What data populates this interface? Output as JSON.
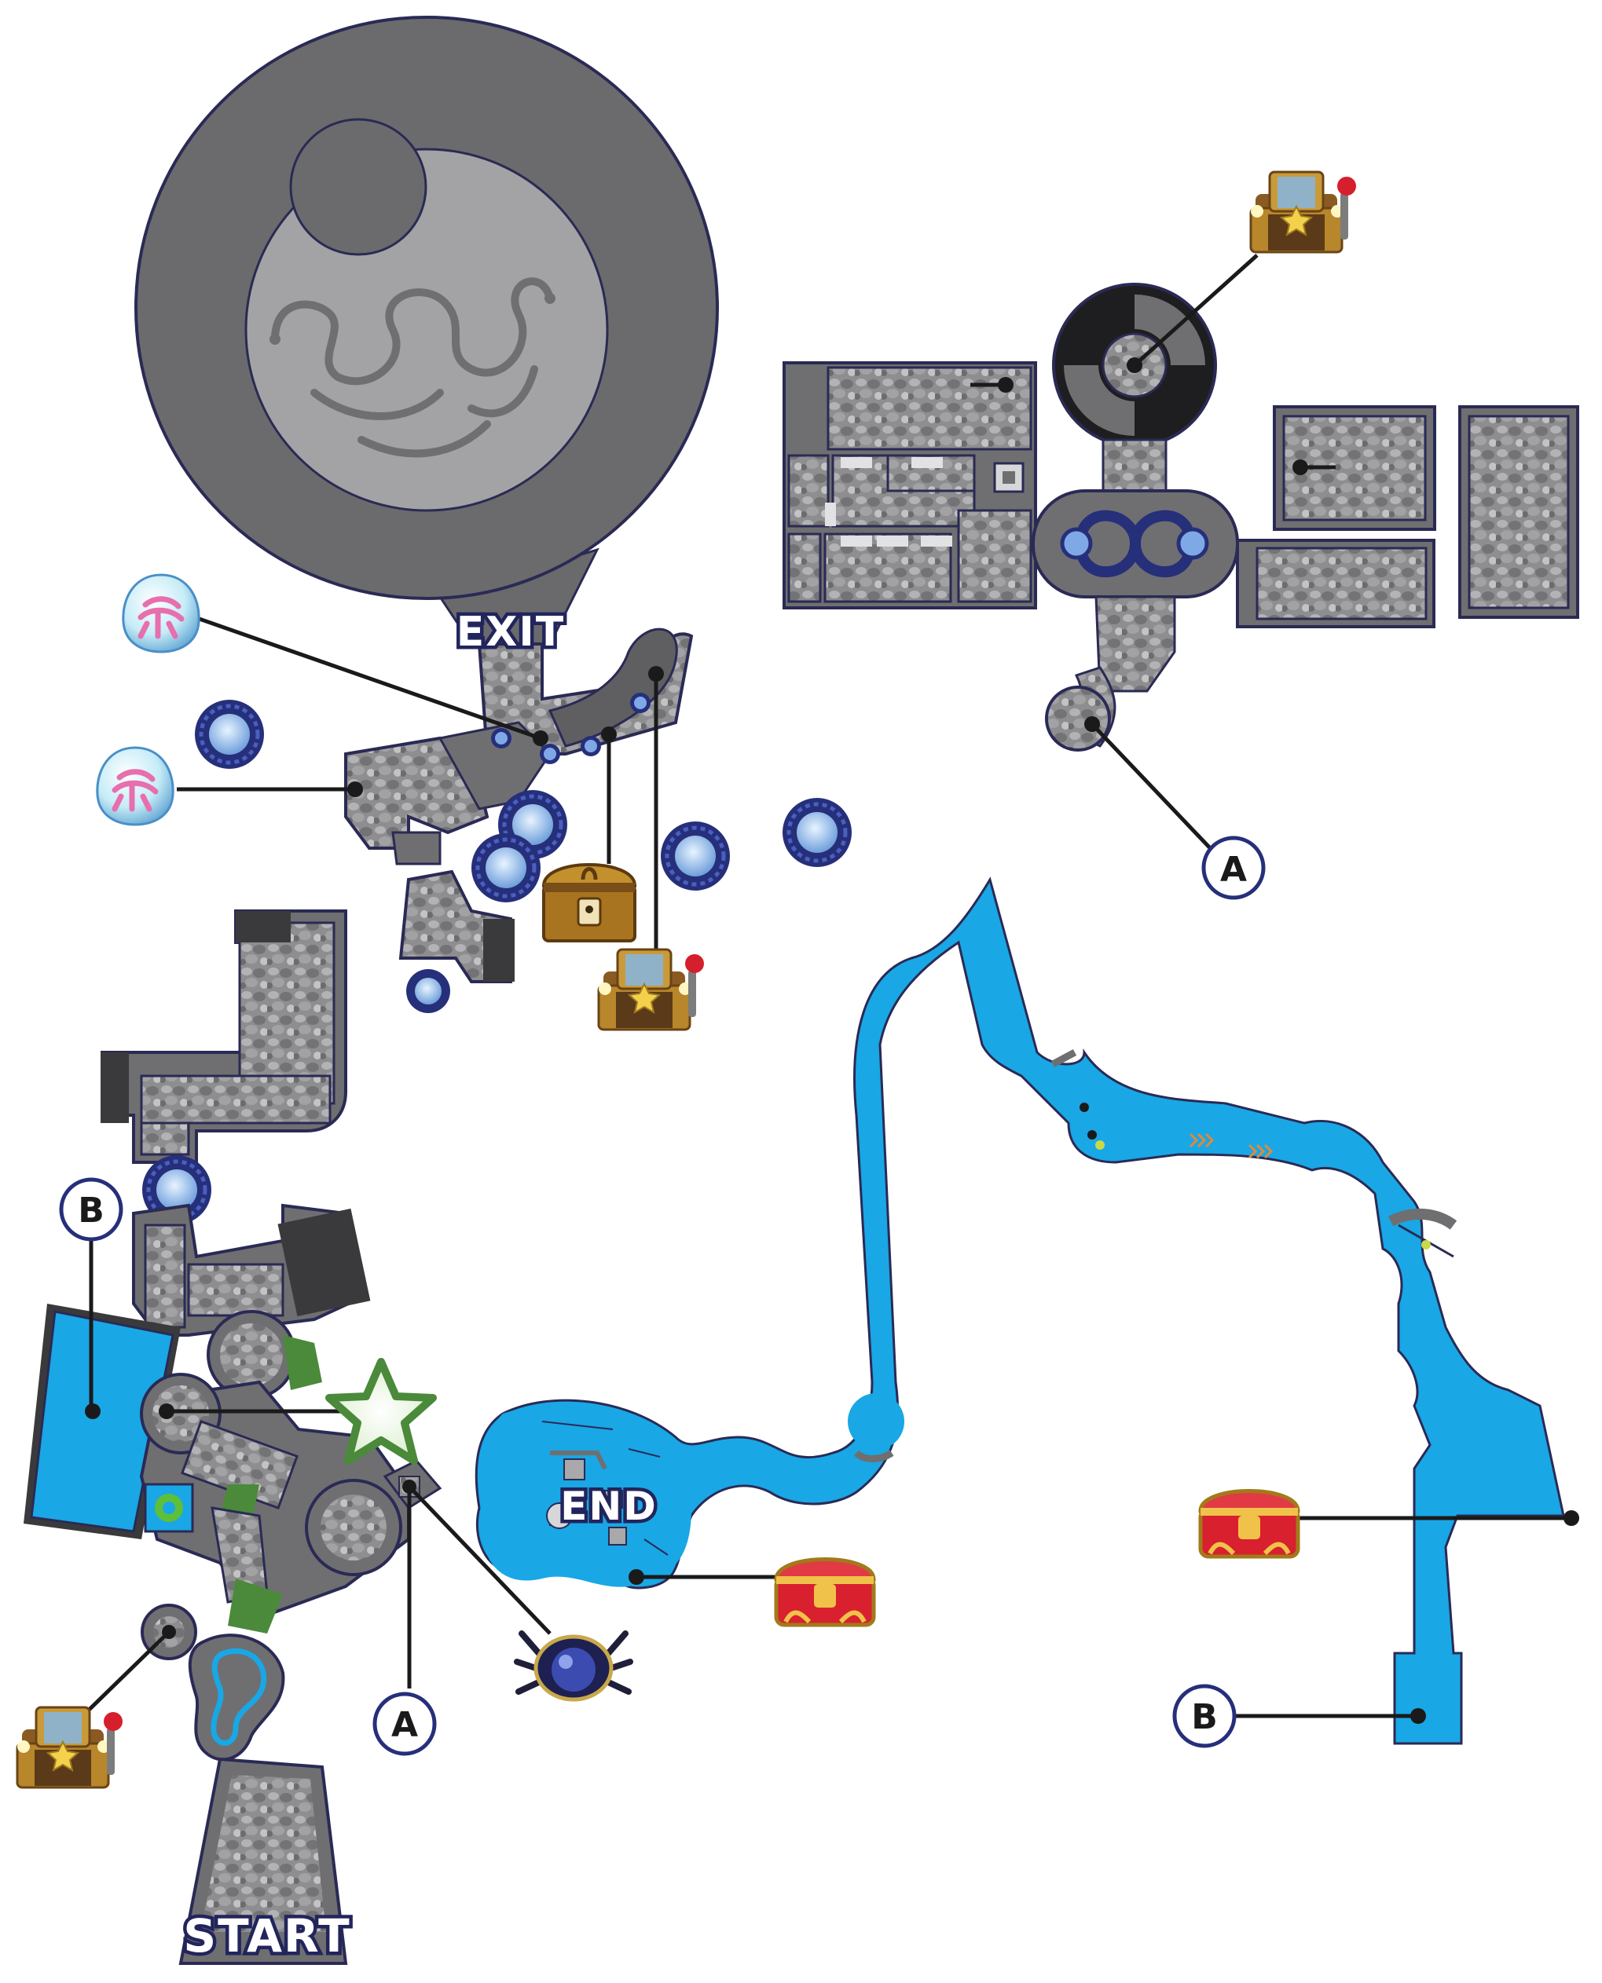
{
  "labels": {
    "exit": "EXIT",
    "end": "END",
    "start": "START"
  },
  "connectors": {
    "a_top": "A",
    "a_bottom": "A",
    "b_top": "B",
    "b_bottom": "B"
  },
  "colors": {
    "stone": "#8d8d8f",
    "stone_dark": "#5f5f62",
    "outline": "#2a2a55",
    "wall": "#3a3a3c",
    "water": "#19a7e6",
    "platform_outer": "#2d3a8c",
    "platform_inner": "#a8c8ef",
    "gem": "#c9eef8",
    "chest_gold": "#b8862b",
    "chest_red": "#d8202e",
    "star": "#5a9a3a"
  },
  "icons": [
    "soul-gem-icon",
    "treasure-chest-icon",
    "locked-chest-icon",
    "red-treasure-chest-icon",
    "legendary-treasure-icon",
    "star-icon",
    "spider-enemy-icon",
    "bounce-pad-icon"
  ]
}
